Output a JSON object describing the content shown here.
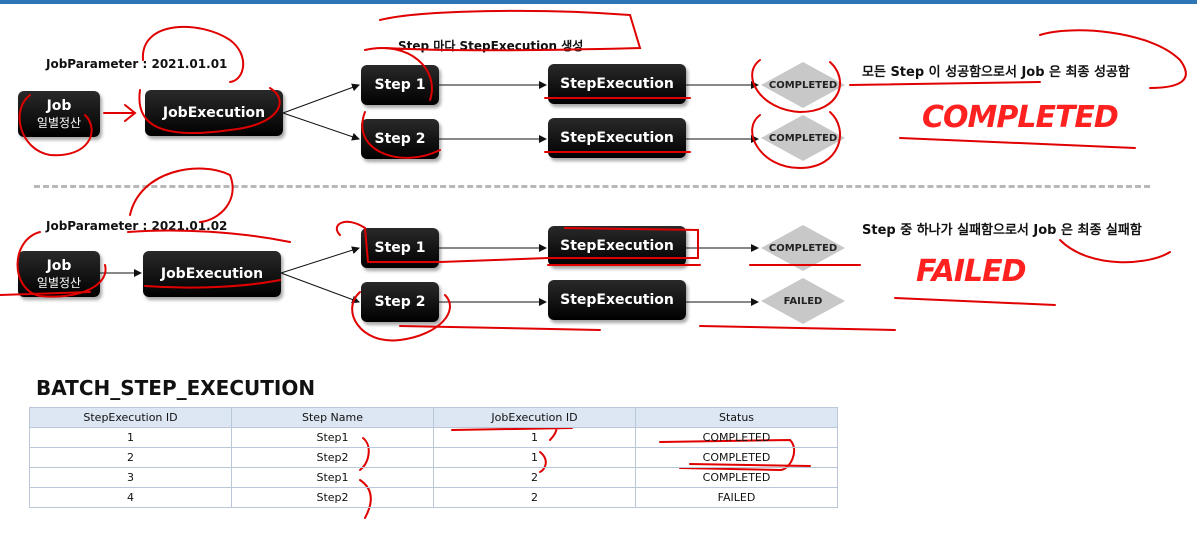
{
  "scenario1": {
    "param": "JobParameter : 2021.01.01",
    "note": "Step 마다 StepExecution 생성",
    "job": {
      "title": "Job",
      "sub": "일별정산"
    },
    "execution": "JobExecution",
    "step1": "Step 1",
    "step2": "Step 2",
    "stepexec1": "StepExecution",
    "stepexec2": "StepExecution",
    "status1": "COMPLETED",
    "status2": "COMPLETED",
    "result_desc": "모든 Step 이 성공함으로서 Job 은 최종 성공함",
    "result": "COMPLETED"
  },
  "scenario2": {
    "param": "JobParameter : 2021.01.02",
    "job": {
      "title": "Job",
      "sub": "일별정산"
    },
    "execution": "JobExecution",
    "step1": "Step 1",
    "step2": "Step 2",
    "stepexec1": "StepExecution",
    "stepexec2": "StepExecution",
    "status1": "COMPLETED",
    "status2": "FAILED",
    "result_desc": "Step 중 하나가 실패함으로서 Job 은 최종 실패함",
    "result": "FAILED"
  },
  "table": {
    "title": "BATCH_STEP_EXECUTION",
    "headers": [
      "StepExecution ID",
      "Step Name",
      "JobExecution ID",
      "Status"
    ],
    "rows": [
      [
        "1",
        "Step1",
        "1",
        "COMPLETED"
      ],
      [
        "2",
        "Step2",
        "1",
        "COMPLETED"
      ],
      [
        "3",
        "Step1",
        "2",
        "COMPLETED"
      ],
      [
        "4",
        "Step2",
        "2",
        "FAILED"
      ]
    ]
  },
  "colors": {
    "annotation": "#e00000",
    "box": "#000000",
    "diamond": "#c8c8c8",
    "result": "#ff2020"
  }
}
